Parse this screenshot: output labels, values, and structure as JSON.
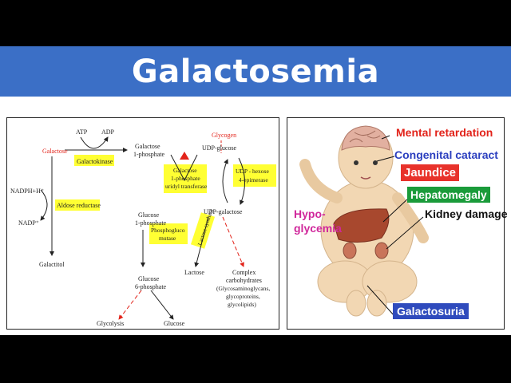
{
  "title": "Galactosemia",
  "pathway": {
    "galactose": "Galactose",
    "atp": "ATP",
    "adp": "ADP",
    "galactokinase": "Galactokinase",
    "galactose_1p_line1": "Galactose",
    "galactose_1p_line2": "1-phosphate",
    "nadph": "NADPH+H⁺",
    "nadp": "NADP⁺",
    "aldose_reductase": "Aldose reductase",
    "galactitol": "Galactitol",
    "glycogen": "Glycogen",
    "udp_glucose": "UDP-glucose",
    "transferase_line1": "Galactose",
    "transferase_line2": "1-phosphate",
    "transferase_line3": "uridyl transferase",
    "epimerase_line1": "UDP - hexose",
    "epimerase_line2": "4-epimerase",
    "glucose_1p_line1": "Glucose",
    "glucose_1p_line2": "1-phosphate",
    "udp_galactose": "UDP-galactose",
    "lactose_synthase": "Lactose synthase",
    "phosphoglucomutase_line1": "Phosphogluco",
    "phosphoglucomutase_line2": "mutase",
    "lactose": "Lactose",
    "complex_line1": "Complex",
    "complex_line2": "carbohydrates",
    "complex_line3": "(Glycosaminoglycans,",
    "complex_line4": "glycoproteins,",
    "complex_line5": "glycolipids)",
    "glucose_6p_line1": "Glucose",
    "glucose_6p_line2": "6-phosphate",
    "glycolysis": "Glycolysis",
    "glucose": "Glucose"
  },
  "symptoms": {
    "mental_retardation": "Mental retardation",
    "congenital_cataract": "Congenital cataract",
    "jaundice": "Jaundice",
    "hepatomegaly": "Hepatomegaly",
    "kidney_damage": "Kidney damage",
    "hypoglycemia_line1": "Hypo-",
    "hypoglycemia_line2": "glycemia",
    "galactosuria": "Galactosuria"
  },
  "colors": {
    "banner": "#3b6fc6",
    "enzyme_box": "#ffff33",
    "red_text": "#e2231a",
    "blue_text": "#2b3fbf",
    "magenta_text": "#d0279b",
    "jaundice_box": "#e8322b",
    "hepatomegaly_box": "#1a9b3a",
    "galactosuria_box": "#2f4bbd"
  }
}
